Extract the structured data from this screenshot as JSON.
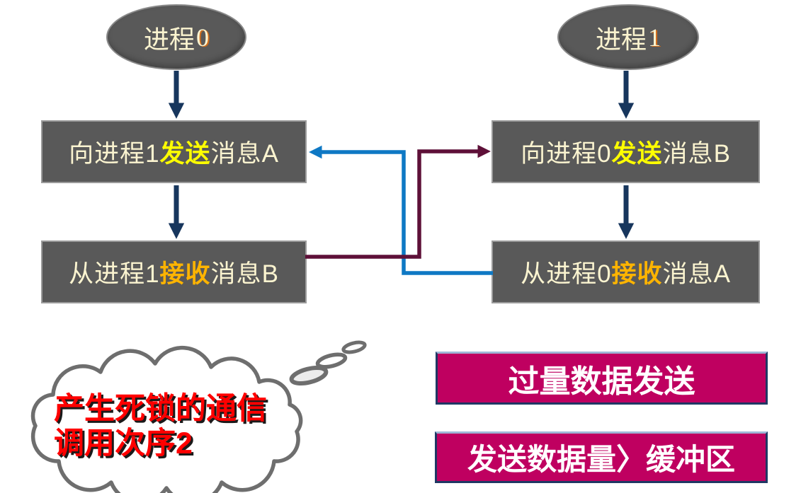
{
  "slide": {
    "background": "#FFFFFF",
    "colors": {
      "shape_gray": "#595959",
      "shape_border_gray": "#9B9B9B",
      "arrow_navy": "#17365D",
      "connector_blue": "#0E78C4",
      "connector_maroon": "#5E1038",
      "banner_magenta": "#BF0060",
      "banner_border_navy": "#1F3864",
      "text_cream": "#FBF4D0",
      "highlight_yellow": "#FFFF00",
      "highlight_orange": "#FFB400",
      "callout_text_red": "#FF0000",
      "cloud_outline_gray": "#6E6E6E"
    },
    "processes": [
      {
        "prefix": "进程",
        "digit": "0"
      },
      {
        "prefix": "进程",
        "digit": "1"
      }
    ],
    "steps": {
      "left_send": {
        "prefix": "向进程1",
        "highlight": "发送",
        "suffix": "消息A"
      },
      "left_recv": {
        "prefix": "从进程1",
        "highlight": "接收",
        "suffix": "消息B"
      },
      "right_send": {
        "prefix": "向进程0",
        "highlight": "发送",
        "suffix": "消息B"
      },
      "right_recv": {
        "prefix": "从进程0",
        "highlight": "接收",
        "suffix": "消息A"
      }
    },
    "callout": {
      "line1": "产生死锁的通信",
      "line2": "调用次序2"
    },
    "banners": {
      "first": "过量数据发送",
      "second": "发送数据量〉缓冲区"
    }
  }
}
